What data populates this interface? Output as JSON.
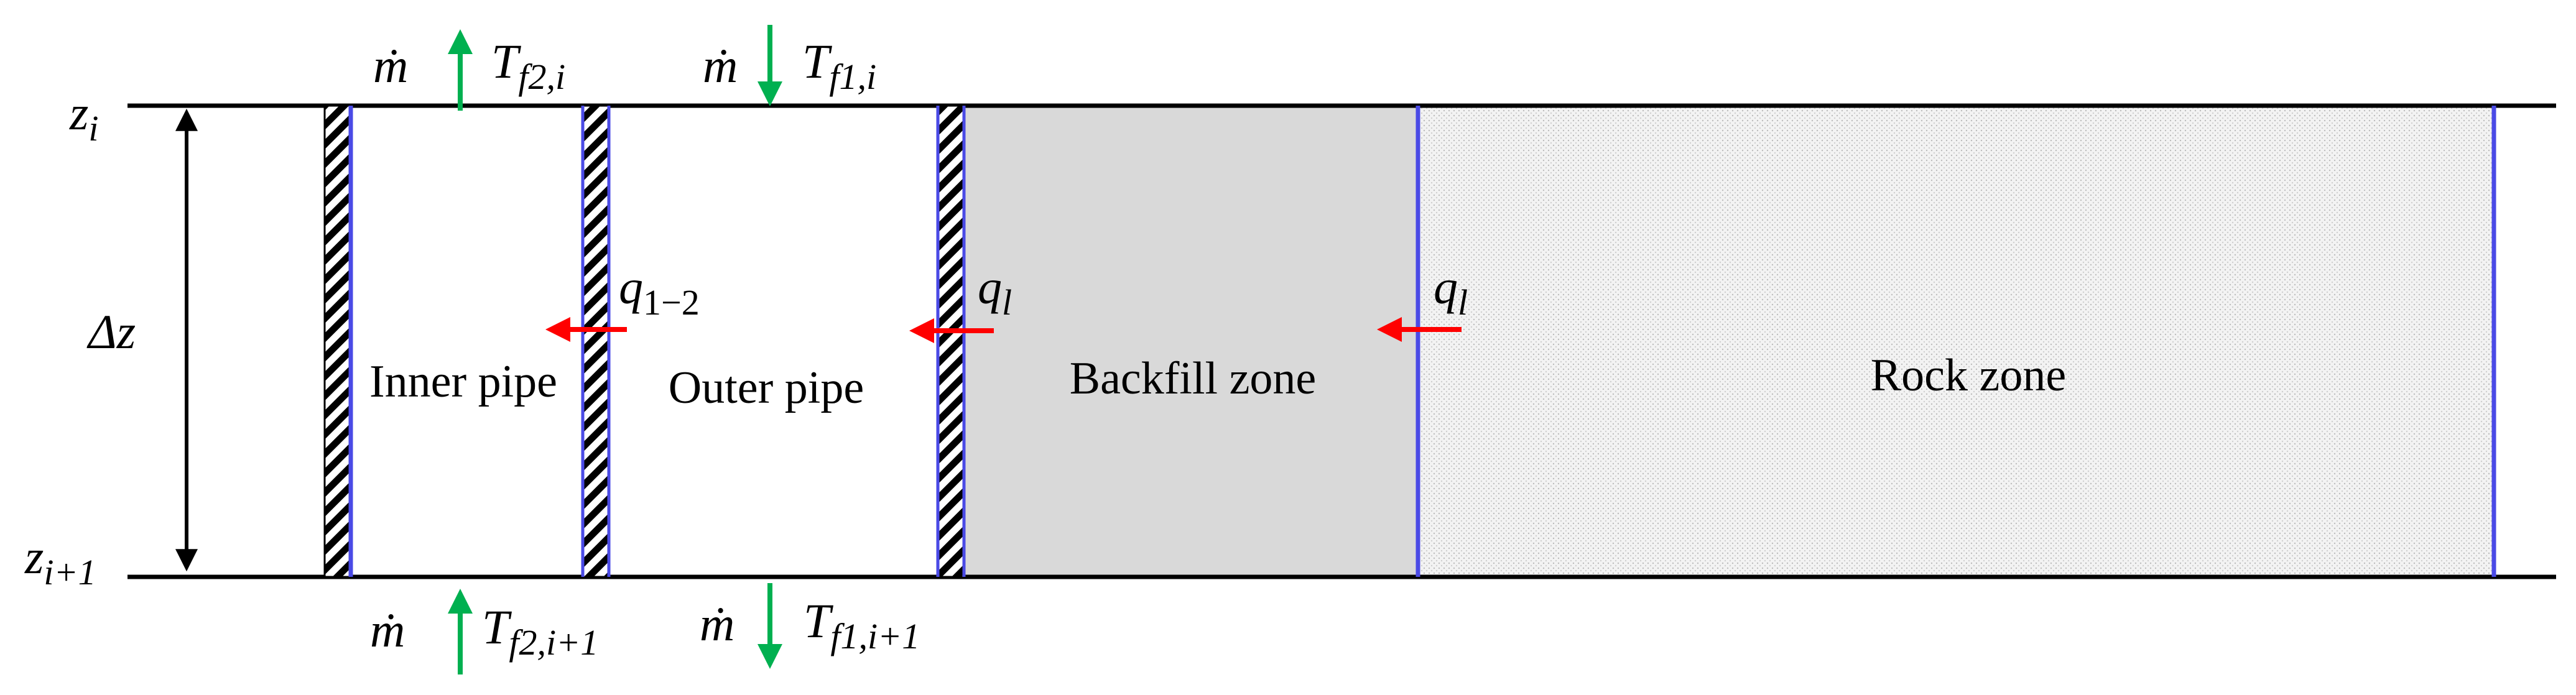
{
  "levels": {
    "top": "z",
    "top_sub": "i",
    "bottom": "z",
    "bottom_sub": "i+1",
    "delta": "Δz"
  },
  "zones": {
    "inner_pipe": "Inner pipe",
    "outer_pipe": "Outer pipe",
    "backfill": "Backfill zone",
    "rock": "Rock zone"
  },
  "flows": {
    "mass_flow_symbol": "ṁ",
    "top_inner": {
      "T": "T",
      "sub": "f2,i",
      "direction": "up"
    },
    "top_outer": {
      "T": "T",
      "sub": "f1,i",
      "direction": "down"
    },
    "bottom_inner": {
      "T": "T",
      "sub": "f2,i+1",
      "direction": "up"
    },
    "bottom_outer": {
      "T": "T",
      "sub": "f1,i+1",
      "direction": "down"
    }
  },
  "heat_flux": {
    "q12": {
      "q": "q",
      "sub": "1−2"
    },
    "ql_pipe": {
      "q": "q",
      "sub": "l"
    },
    "ql_backfill": {
      "q": "q",
      "sub": "l"
    }
  },
  "colors": {
    "line": "#000000",
    "wall": "#4a4ae6",
    "flow_arrow": "#00b050",
    "heat_arrow": "#ff0000",
    "backfill_fill": "#d9d9d9",
    "rock_fill": "#f2f2f2"
  }
}
